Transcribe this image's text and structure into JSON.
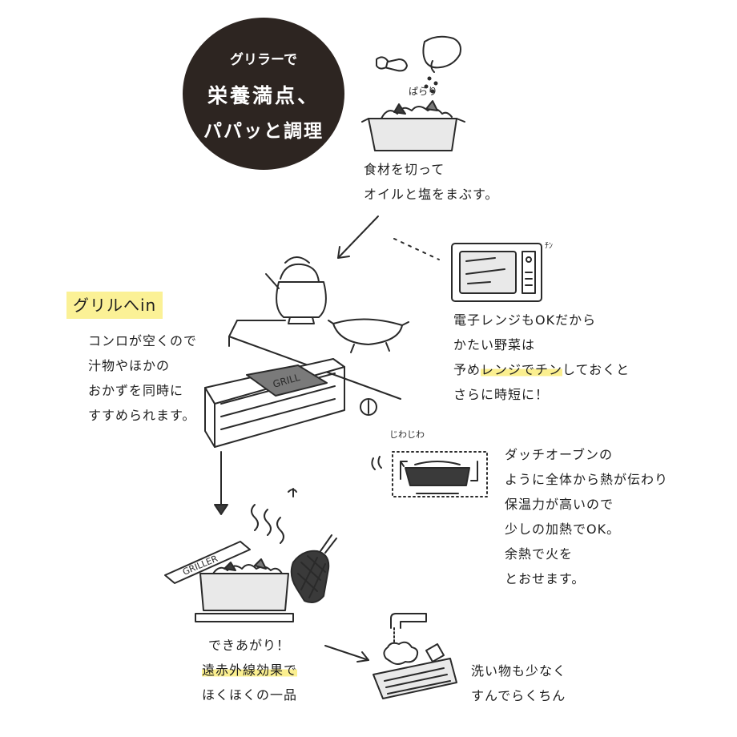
{
  "title": {
    "line1": "グリラーで",
    "line2": "栄養満点、",
    "line3": "パパッと調理"
  },
  "step1": {
    "line1": "食材を切って",
    "line2": "オイルと塩をまぶす。"
  },
  "microwave_note": {
    "line1": "電子レンジもOKだから",
    "line2": "かたい野菜は",
    "line3_pre": "予め",
    "line3_hl": "レンジでチン",
    "line3_post": "しておくと",
    "line4": "さらに時短に！"
  },
  "grill_in": {
    "label": "グリルへin",
    "line1": "コンロが空くので",
    "line2": "汁物やほかの",
    "line3": "おかずを同時に",
    "line4": "すすめられます。"
  },
  "dutch_oven_note": {
    "line1": "ダッチオーブンの",
    "line2": "ように全体から熱が伝わり",
    "line3": "保温力が高いので",
    "line4": "少しの加熱でOK。",
    "line5": "余熱で火を",
    "line6": "とおせます。"
  },
  "done": {
    "line1": "できあがり！",
    "line2_hl": "遠赤外線効果で",
    "line3": "ほくほくの一品"
  },
  "wash": {
    "line1": "洗い物も少なく",
    "line2": "すんでらくちん"
  },
  "sound_effects": {
    "sizzle": "じわじわ",
    "sprinkle": "ぱらり",
    "beep": "ﾁﾝ"
  },
  "grill_pan_lid_text_side": "GRILL",
  "grill_pan_lid_text_done": "GRILLER",
  "icons": [
    "hand-sprinkle-icon",
    "microwave-icon",
    "kettle-icon",
    "frying-pan-icon",
    "stove-drawer-icon",
    "grill-pan-icon",
    "oven-mitt-icon",
    "faucet-icon",
    "heat-arrows-icon",
    "steam-icon"
  ],
  "colors": {
    "title_bg": "#2d2521",
    "title_text": "#ffffff",
    "highlight": "#fbef8f",
    "ink": "#1e1e1e"
  }
}
